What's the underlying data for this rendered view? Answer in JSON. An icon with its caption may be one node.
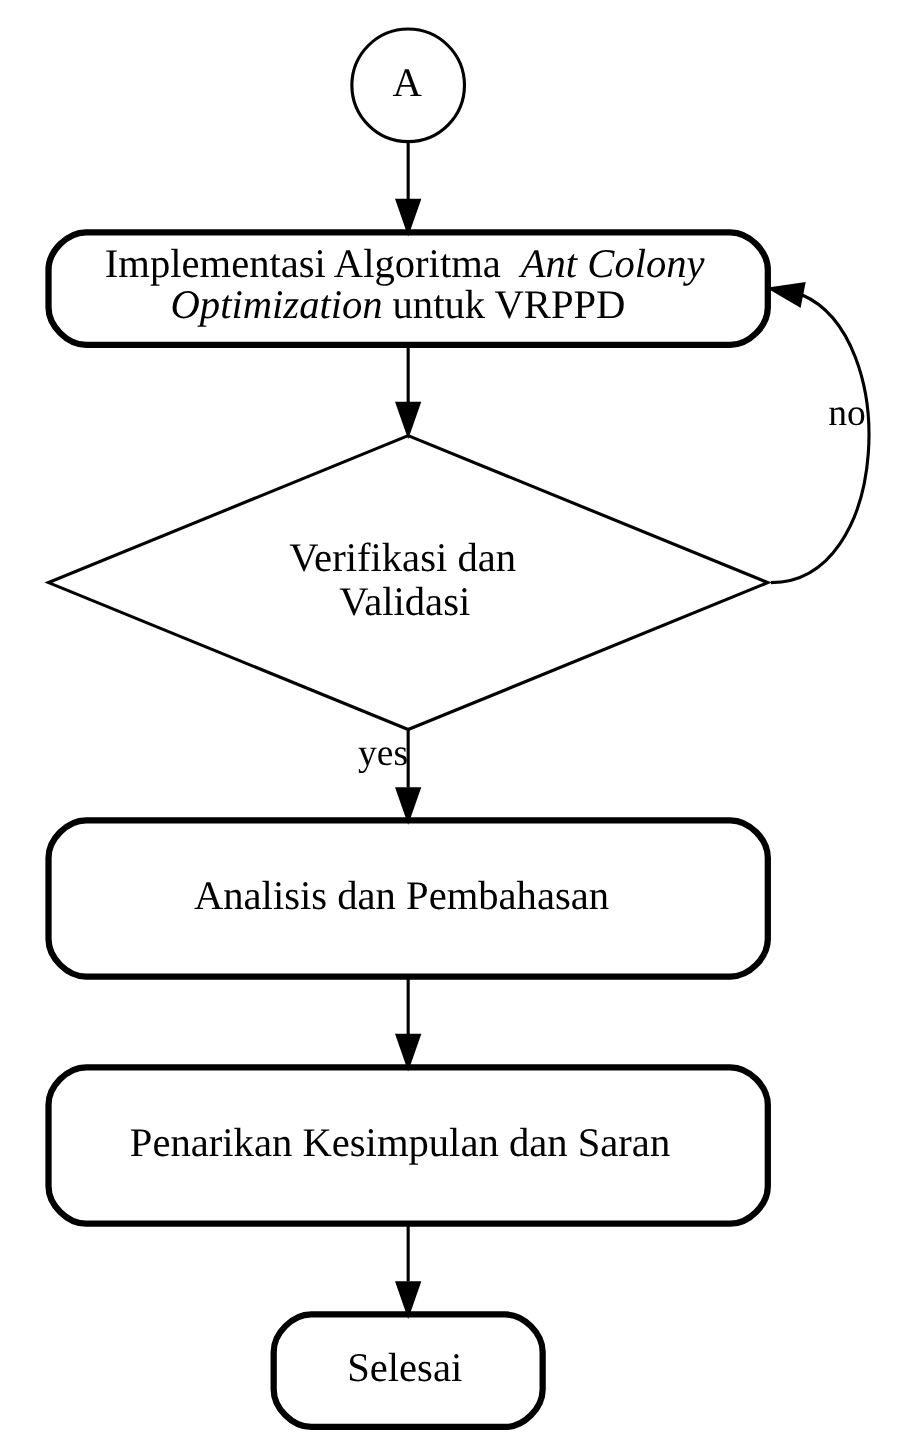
{
  "diagram": {
    "nodes": [
      {
        "text": [
          "A"
        ]
      },
      {
        "text": [
          "Implementasi Algoritma *Ant Colony Optimization* untuk VRPPD"
        ]
      },
      {
        "text": [
          "Verifikasi dan Validasi"
        ]
      },
      {
        "text": [
          "Analisis dan Pembahasan"
        ]
      },
      {
        "text": [
          "Penarikan Kesimpulan dan Saran"
        ]
      },
      {
        "text": [
          "Selesai"
        ]
      }
    ],
    "edges": [
      {
        "from": 0,
        "to": 1,
        "arrow": "to"
      },
      {
        "from": 1,
        "to": 2,
        "arrow": "to"
      },
      {
        "from": 2,
        "to": 3,
        "arrow": "to",
        "label": "yes"
      },
      {
        "from": 3,
        "to": 4,
        "arrow": "to"
      },
      {
        "from": 4,
        "to": 5,
        "arrow": "to"
      },
      {
        "from": 2,
        "to": 1,
        "arrow": "to",
        "label": "no"
      }
    ]
  }
}
